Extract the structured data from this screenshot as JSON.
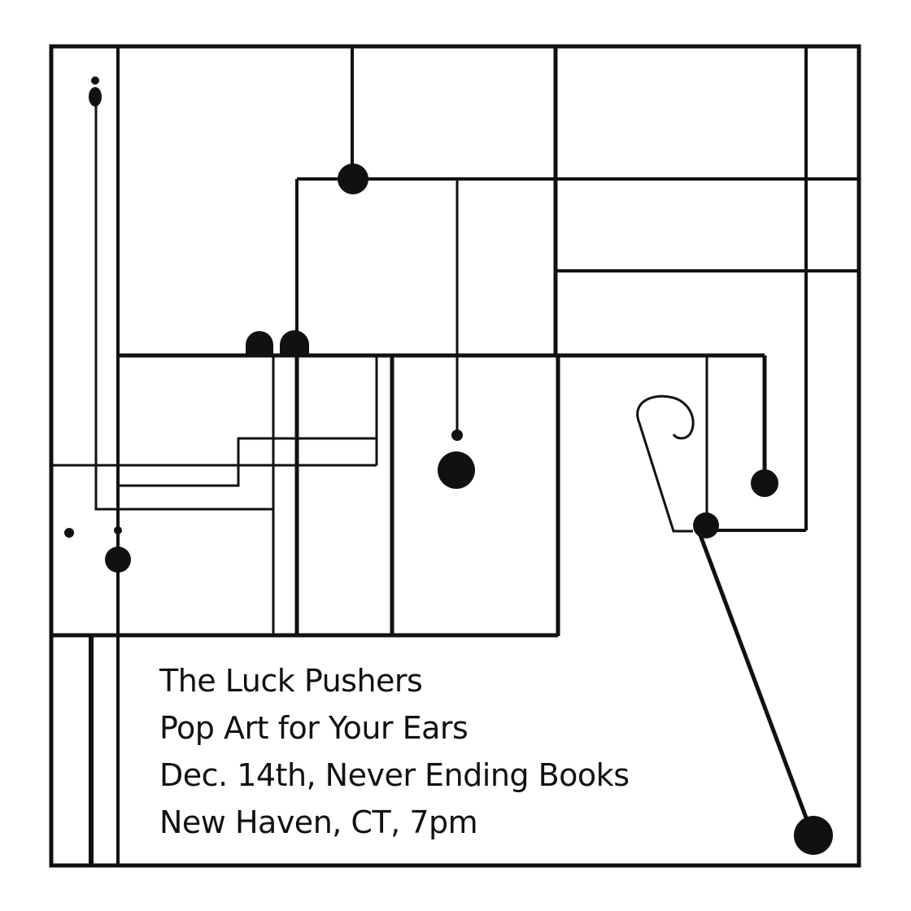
{
  "poster": {
    "band_name": "The Luck Pushers",
    "tagline": "Pop Art for Your Ears",
    "date_venue": "Dec. 14th, Never Ending Books",
    "location_time": "New Haven, CT, 7pm"
  },
  "colors": {
    "ink": "#111111",
    "background": "#ffffff"
  }
}
